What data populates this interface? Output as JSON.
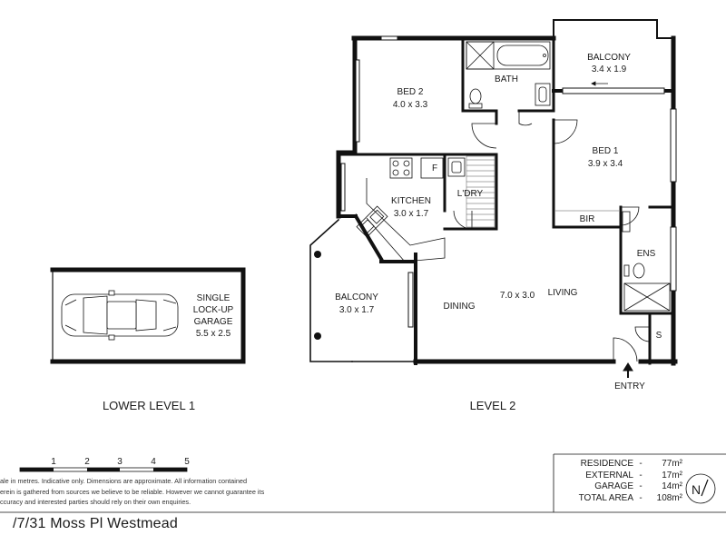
{
  "rooms": {
    "balcony_top": {
      "name": "BALCONY",
      "dims": "3.4 x 1.9"
    },
    "bath": {
      "name": "BATH"
    },
    "bed2": {
      "name": "BED 2",
      "dims": "4.0 x 3.3"
    },
    "bed1": {
      "name": "BED 1",
      "dims": "3.9 x 3.4"
    },
    "kitchen": {
      "name": "KITCHEN",
      "dims": "3.0 x 1.7"
    },
    "fridge": {
      "name": "F"
    },
    "laundry": {
      "name": "L'DRY"
    },
    "bir": {
      "name": "BIR"
    },
    "ensuite": {
      "name": "ENS"
    },
    "balcony_left": {
      "name": "BALCONY",
      "dims": "3.0 x 1.7"
    },
    "dining": {
      "name": "DINING"
    },
    "living_dims": {
      "name": "7.0 x 3.0"
    },
    "living": {
      "name": "LIVING"
    },
    "storage": {
      "name": "S"
    },
    "entry": {
      "name": "ENTRY"
    },
    "garage": {
      "line1": "SINGLE",
      "line2": "LOCK-UP",
      "line3": "GARAGE",
      "dims": "5.5 x 2.5"
    }
  },
  "levels": {
    "lower": "LOWER LEVEL 1",
    "upper": "LEVEL 2"
  },
  "scale": {
    "ticks": [
      "1",
      "2",
      "3",
      "4",
      "5"
    ]
  },
  "disclaimer": {
    "line1": "ale in metres. Indicative only. Dimensions are approximate. All information contained",
    "line2": "erein is gathered from sources we believe to be reliable. However we cannot guarantee its",
    "line3": "ccuracy and interested parties should rely on their own enquiries."
  },
  "areas": [
    {
      "label": "RESIDENCE",
      "value": "77m²"
    },
    {
      "label": "EXTERNAL",
      "value": "17m²"
    },
    {
      "label": "GARAGE",
      "value": "14m²"
    },
    {
      "label": "TOTAL AREA",
      "value": "108m²"
    }
  ],
  "address": "/7/31 Moss Pl Westmead",
  "north_icon": "north-arrow-icon",
  "colors": {
    "wall": "#111111",
    "window": "#ffffff"
  }
}
